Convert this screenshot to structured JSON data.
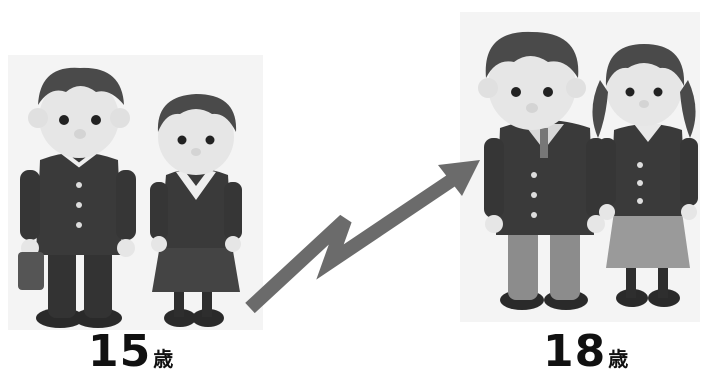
{
  "labels": {
    "left": {
      "number": "15",
      "unit": "歳"
    },
    "right": {
      "number": "18",
      "unit": "歳"
    }
  },
  "colors": {
    "skin": "#e6e6e6",
    "uniform": "#3a3a3a",
    "hair": "#4a4a4a",
    "arrow": "#6b6b6b",
    "pants_light": "#8c8c8c",
    "skirt_light": "#9a9a9a"
  }
}
